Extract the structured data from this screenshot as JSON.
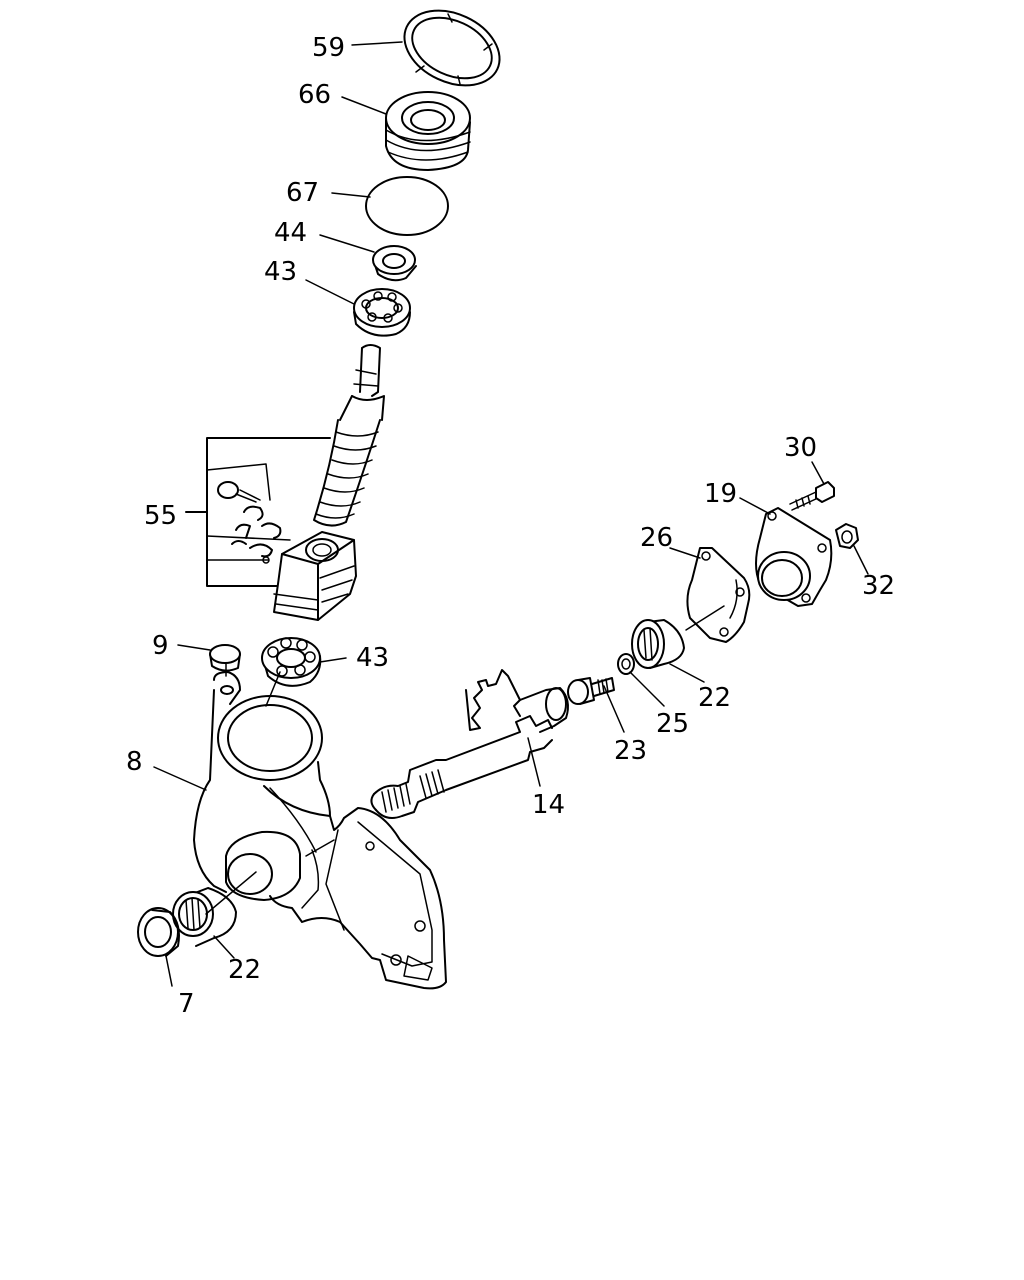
{
  "labels": {
    "p59": "59",
    "p66": "66",
    "p67": "67",
    "p44": "44",
    "p43a": "43",
    "p55": "55",
    "p9": "9",
    "p43b": "43",
    "p8": "8",
    "p7": "7",
    "p22a": "22",
    "p14": "14",
    "p23": "23",
    "p25": "25",
    "p22b": "22",
    "p26": "26",
    "p19": "19",
    "p30": "30",
    "p32": "32"
  }
}
